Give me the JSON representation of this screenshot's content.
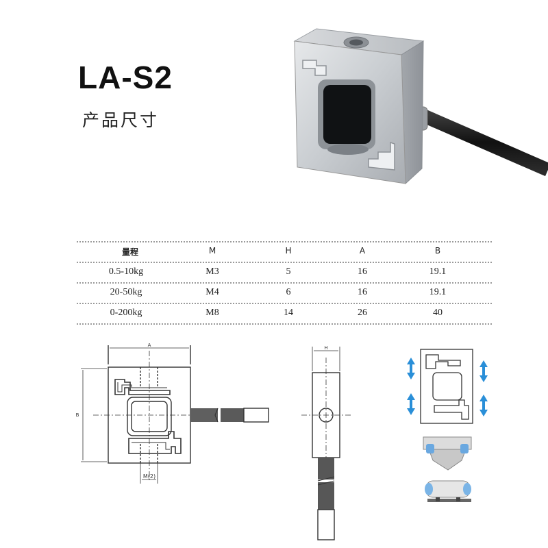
{
  "header": {
    "model": "LA-S2",
    "subtitle": "产品尺寸"
  },
  "spec_table": {
    "columns": [
      "量程",
      "M",
      "H",
      "A",
      "B"
    ],
    "rows": [
      [
        "0.5-10kg",
        "M3",
        "5",
        "16",
        "19.1"
      ],
      [
        "20-50kg",
        "M4",
        "6",
        "16",
        "19.1"
      ],
      [
        "0-200kg",
        "M8",
        "14",
        "26",
        "40"
      ]
    ]
  },
  "drawings": {
    "front_label_a": "A",
    "front_label_b": "B",
    "front_label_m": "M(2)",
    "side_label_h": "H"
  },
  "colors": {
    "arrow": "#2a8fd8",
    "cable": "#555555",
    "line": "#333333"
  }
}
